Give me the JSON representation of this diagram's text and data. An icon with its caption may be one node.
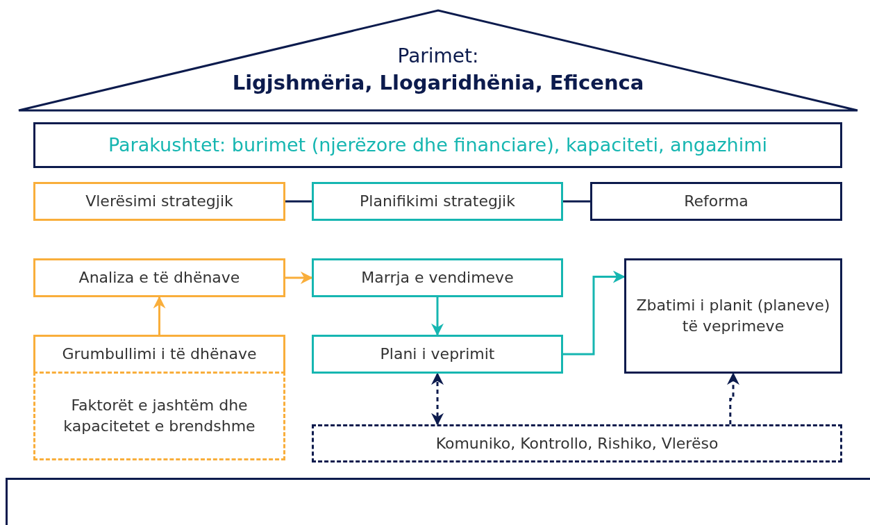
{
  "diagram": {
    "nodes": [
      {
        "text": [
          "Parimet:",
          "Ligjshmëria, Llogaridhënia, Eficenca"
        ]
      },
      {
        "text": [
          "Parakushtet: burimet (njerëzore dhe financiare), kapaciteti, angazhimi"
        ]
      },
      {
        "text": [
          "Vlerësimi strategjik"
        ]
      },
      {
        "text": [
          "Planifikimi strategjik"
        ]
      },
      {
        "text": [
          "Reforma"
        ]
      },
      {
        "text": [
          "Analiza e të dhënave"
        ]
      },
      {
        "text": [
          "Marrja e vendimeve"
        ]
      },
      {
        "text": [
          "Zbatimi i planit (planeve) të veprimeve"
        ]
      },
      {
        "text": [
          "Grumbullimi i të dhënave"
        ]
      },
      {
        "text": [
          "Plani i veprimit"
        ]
      },
      {
        "text": [
          "Faktorët e jashtëm dhe kapacitetet e brendshme"
        ]
      },
      {
        "text": [
          "Komuniko, Kontrollo, Rishiko, Vlerëso"
        ]
      },
      {
        "text": [],
        "shape": "box"
      }
    ],
    "edges": [
      {
        "from": 2,
        "to": 3,
        "arrow": "none"
      },
      {
        "from": 3,
        "to": 4,
        "arrow": "none"
      },
      {
        "from": 5,
        "to": 6,
        "arrow": "to",
        "color": "#f9ae3b"
      },
      {
        "from": 8,
        "to": 5,
        "arrow": "to",
        "color": "#f9ae3b"
      },
      {
        "from": 6,
        "to": 9,
        "arrow": "to",
        "color": "#16b6b1"
      },
      {
        "from": 9,
        "to": 7,
        "arrow": "to",
        "color": "#16b6b1"
      },
      {
        "from": 11,
        "to": 9,
        "arrow": "both",
        "style": "dashed"
      },
      {
        "from": 11,
        "to": 7,
        "arrow": "to",
        "style": "dashed"
      }
    ]
  }
}
